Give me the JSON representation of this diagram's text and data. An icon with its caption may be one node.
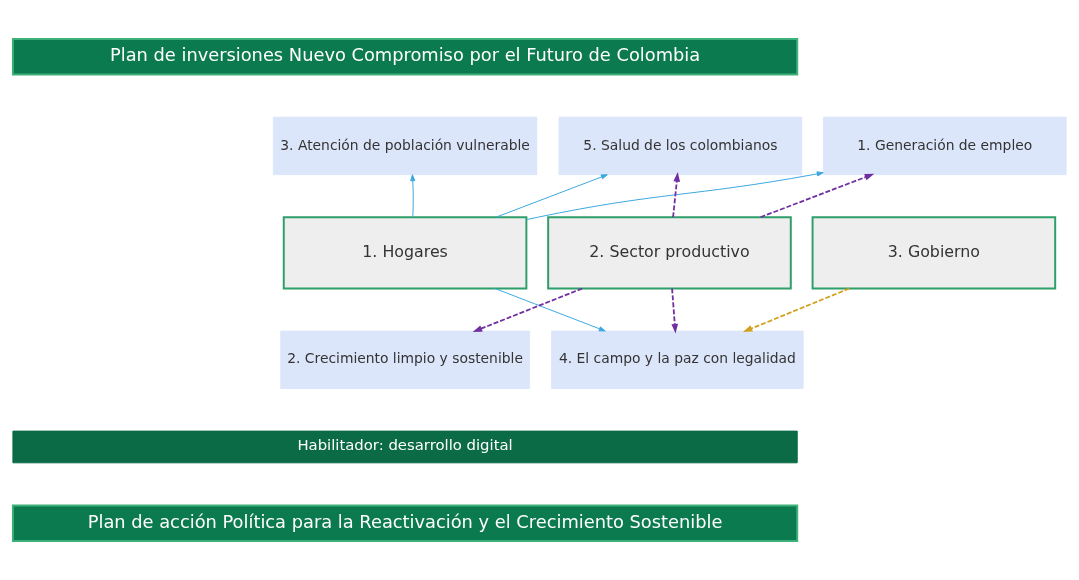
{
  "diagram": {
    "nodes": [
      {
        "text": [
          "Plan de inversiones Nuevo Compromiso por el Futuro de Colombia"
        ]
      },
      {
        "text": [
          "3. Atención de población vulnerable"
        ]
      },
      {
        "text": [
          "5. Salud de los colombianos"
        ]
      },
      {
        "text": [
          "1. Generación de empleo"
        ]
      },
      {
        "text": [
          "1. Hogares"
        ]
      },
      {
        "text": [
          "2. Sector productivo"
        ]
      },
      {
        "text": [
          "3. Gobierno"
        ]
      },
      {
        "text": [
          "2. Crecimiento limpio y sostenible"
        ]
      },
      {
        "text": [
          "4. El campo y la paz con legalidad"
        ]
      },
      {
        "text": [
          "Habilitador: desarrollo digital"
        ]
      },
      {
        "text": [
          "Plan de acción Política para la Reactivación y el Crecimiento Sostenible"
        ]
      }
    ],
    "edges": [
      {
        "from": 4,
        "to": 1,
        "arrow": "to"
      },
      {
        "from": 4,
        "to": 2,
        "arrow": "to"
      },
      {
        "from": 4,
        "to": 3,
        "arrow": "to"
      },
      {
        "from": 5,
        "to": 2,
        "arrow": "to",
        "style": "dashed",
        "color": "#7030a0"
      },
      {
        "from": 5,
        "to": 3,
        "arrow": "to",
        "style": "dashed",
        "color": "#7030a0"
      },
      {
        "from": 4,
        "to": 8,
        "arrow": "to"
      },
      {
        "from": 5,
        "to": 7,
        "arrow": "to",
        "style": "dashed",
        "color": "#7030a0"
      },
      {
        "from": 5,
        "to": 8,
        "arrow": "to",
        "style": "dashed",
        "color": "#7030a0"
      },
      {
        "from": 6,
        "to": 8,
        "arrow": "to",
        "style": "dashed",
        "color": "#d4a020"
      }
    ]
  }
}
